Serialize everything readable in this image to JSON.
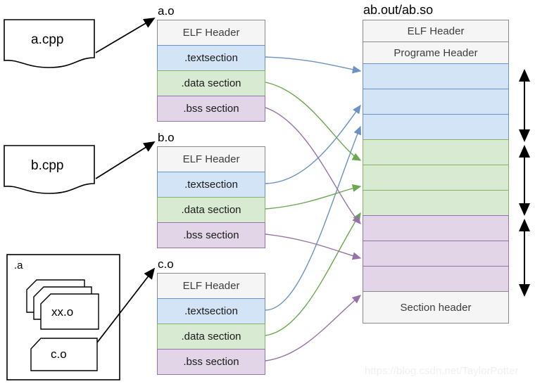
{
  "diagram": {
    "title_watermark": "https://blog.csdn.net/TaylorPotter",
    "colors": {
      "header_fill": "#f5f5f5",
      "header_stroke": "#8a8a8a",
      "text_fill": "#d4e4f7",
      "text_stroke": "#6a92c4",
      "data_fill": "#d9ead3",
      "data_stroke": "#82b366",
      "bss_fill": "#e1d5e7",
      "bss_stroke": "#9673a6",
      "outline": "#000000"
    },
    "sources": [
      {
        "name": "a.cpp"
      },
      {
        "name": "b.cpp"
      }
    ],
    "archive": {
      "label": ".a",
      "members": [
        {
          "name": "xx.o"
        },
        {
          "name": "c.o"
        }
      ]
    },
    "objects": [
      {
        "label": "a.o",
        "rows": [
          {
            "text": "ELF Header",
            "kind": "elf"
          },
          {
            "text": ".textsection",
            "kind": "text"
          },
          {
            "text": ".data section",
            "kind": "data"
          },
          {
            "text": ".bss section",
            "kind": "bss"
          }
        ]
      },
      {
        "label": "b.o",
        "rows": [
          {
            "text": "ELF Header",
            "kind": "elf"
          },
          {
            "text": ".textsection",
            "kind": "text"
          },
          {
            "text": ".data section",
            "kind": "data"
          },
          {
            "text": ".bss section",
            "kind": "bss"
          }
        ]
      },
      {
        "label": "c.o",
        "rows": [
          {
            "text": "ELF Header",
            "kind": "elf"
          },
          {
            "text": ".textsection",
            "kind": "text"
          },
          {
            "text": ".data section",
            "kind": "data"
          },
          {
            "text": ".bss section",
            "kind": "bss"
          }
        ]
      }
    ],
    "output": {
      "label": "ab.out/ab.so",
      "rows": [
        {
          "text": "ELF Header",
          "kind": "elf"
        },
        {
          "text": "Programe Header",
          "kind": "elf"
        },
        {
          "text": "",
          "kind": "text"
        },
        {
          "text": "",
          "kind": "text"
        },
        {
          "text": "",
          "kind": "text"
        },
        {
          "text": "",
          "kind": "data"
        },
        {
          "text": "",
          "kind": "data"
        },
        {
          "text": "",
          "kind": "data"
        },
        {
          "text": "",
          "kind": "bss"
        },
        {
          "text": "",
          "kind": "bss"
        },
        {
          "text": "",
          "kind": "bss"
        },
        {
          "text": "Section header",
          "kind": "elf"
        }
      ]
    },
    "span_markers": [
      {
        "name": "text-span"
      },
      {
        "name": "data-span"
      },
      {
        "name": "bss-span"
      }
    ]
  }
}
